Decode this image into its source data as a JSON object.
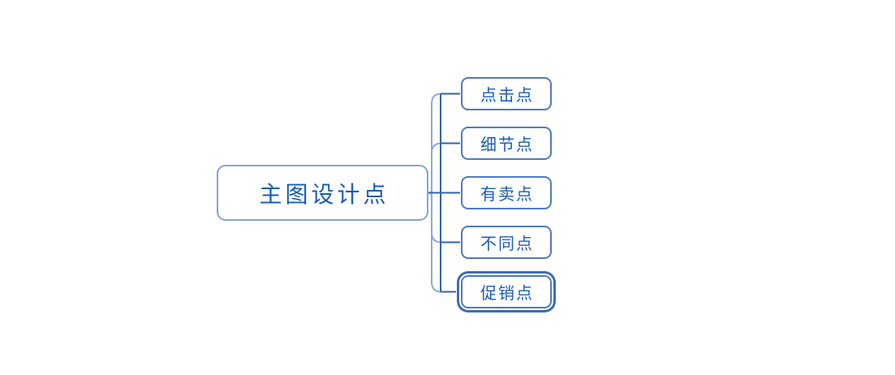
{
  "diagram": {
    "type": "mindmap",
    "root": {
      "label": "主图设计点"
    },
    "children": [
      {
        "label": "点击点",
        "selected": false
      },
      {
        "label": "细节点",
        "selected": false
      },
      {
        "label": "有卖点",
        "selected": false
      },
      {
        "label": "不同点",
        "selected": false
      },
      {
        "label": "促销点",
        "selected": true
      }
    ]
  },
  "theme": {
    "background": "#ffffff",
    "node_text_color": "#1a5bbd",
    "root_border_color": "#85a3d8",
    "child_border_color": "#4f7ac6",
    "selection_ring_color": "#3f6cb5",
    "connector_light_color": "#8ea9d9",
    "connector_dark_color": "#2e63b2"
  }
}
